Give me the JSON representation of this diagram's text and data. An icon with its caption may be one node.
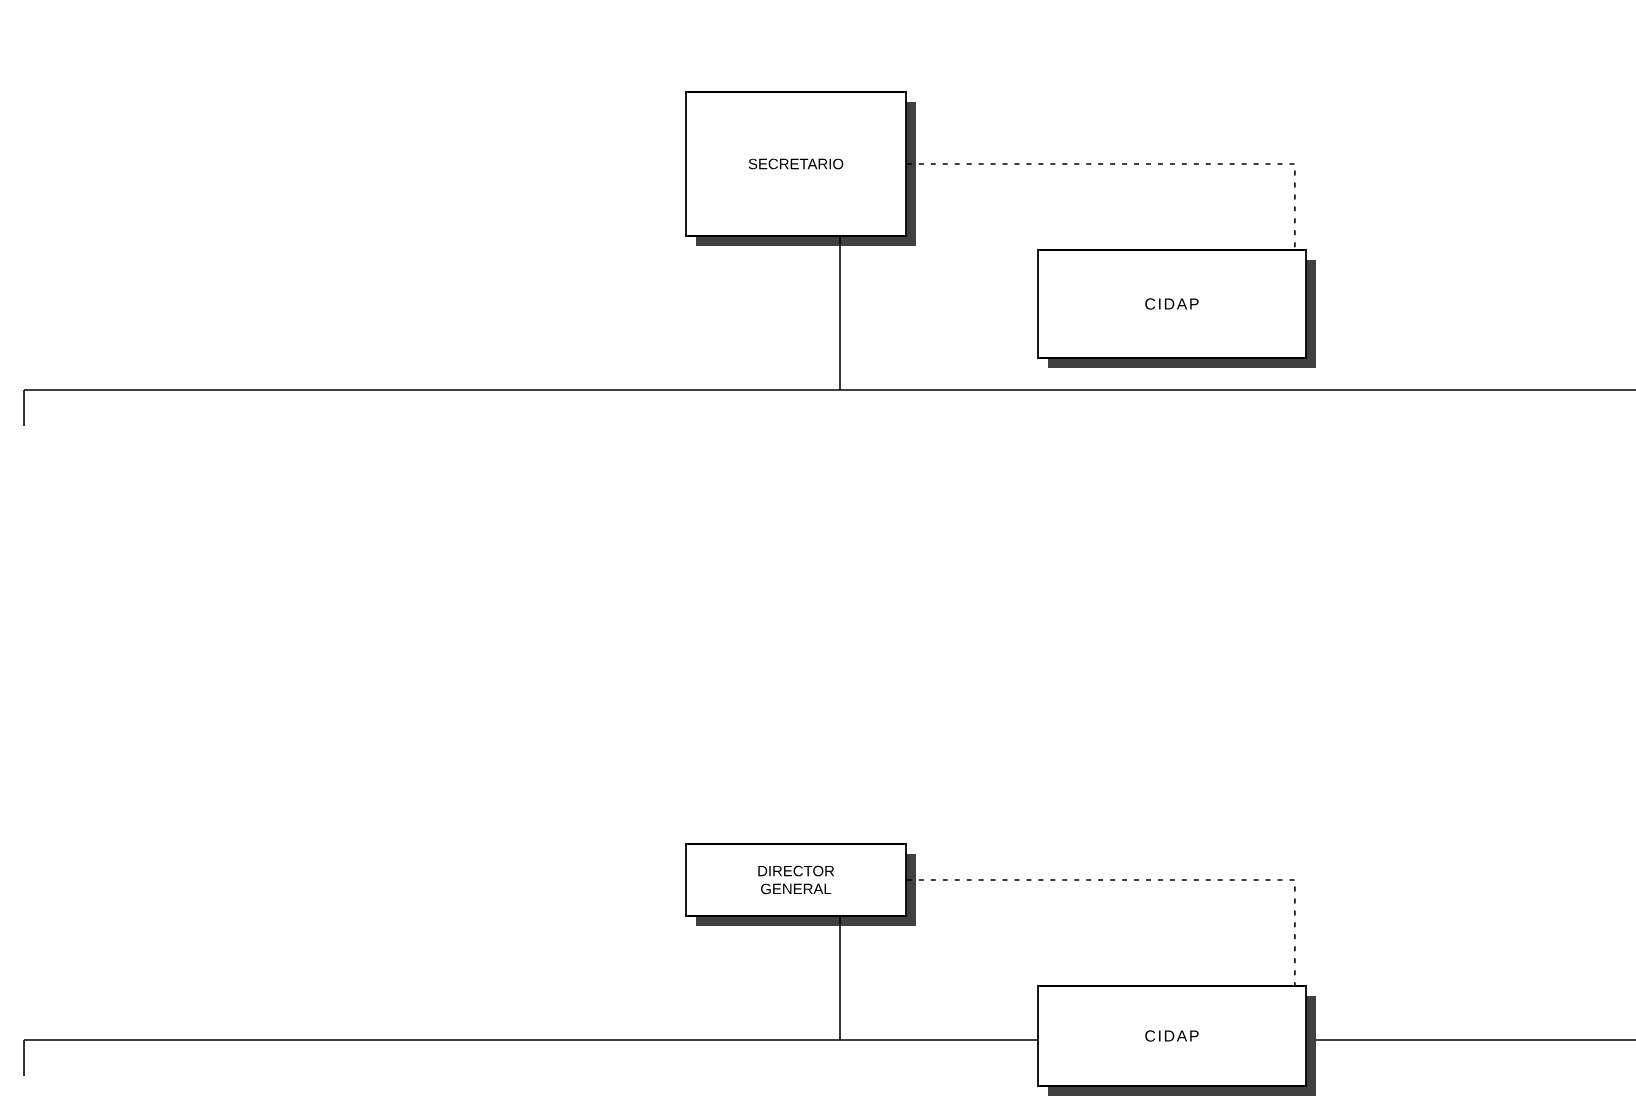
{
  "diagram": {
    "nodes": [
      {
        "text": [
          "SECRETARIO"
        ]
      },
      {
        "text": [
          "CIDAP"
        ]
      },
      {
        "text": [
          "DIRECTOR GENERAL"
        ]
      },
      {
        "text": [
          "CIDAP"
        ]
      }
    ],
    "edges": [
      {
        "from": 0,
        "to": 1,
        "arrow": "none",
        "style": "dashed"
      },
      {
        "from": 0,
        "to": null,
        "arrow": "none"
      },
      {
        "from": 2,
        "to": 3,
        "arrow": "none",
        "style": "dashed"
      },
      {
        "from": 2,
        "to": null,
        "arrow": "none"
      }
    ]
  }
}
